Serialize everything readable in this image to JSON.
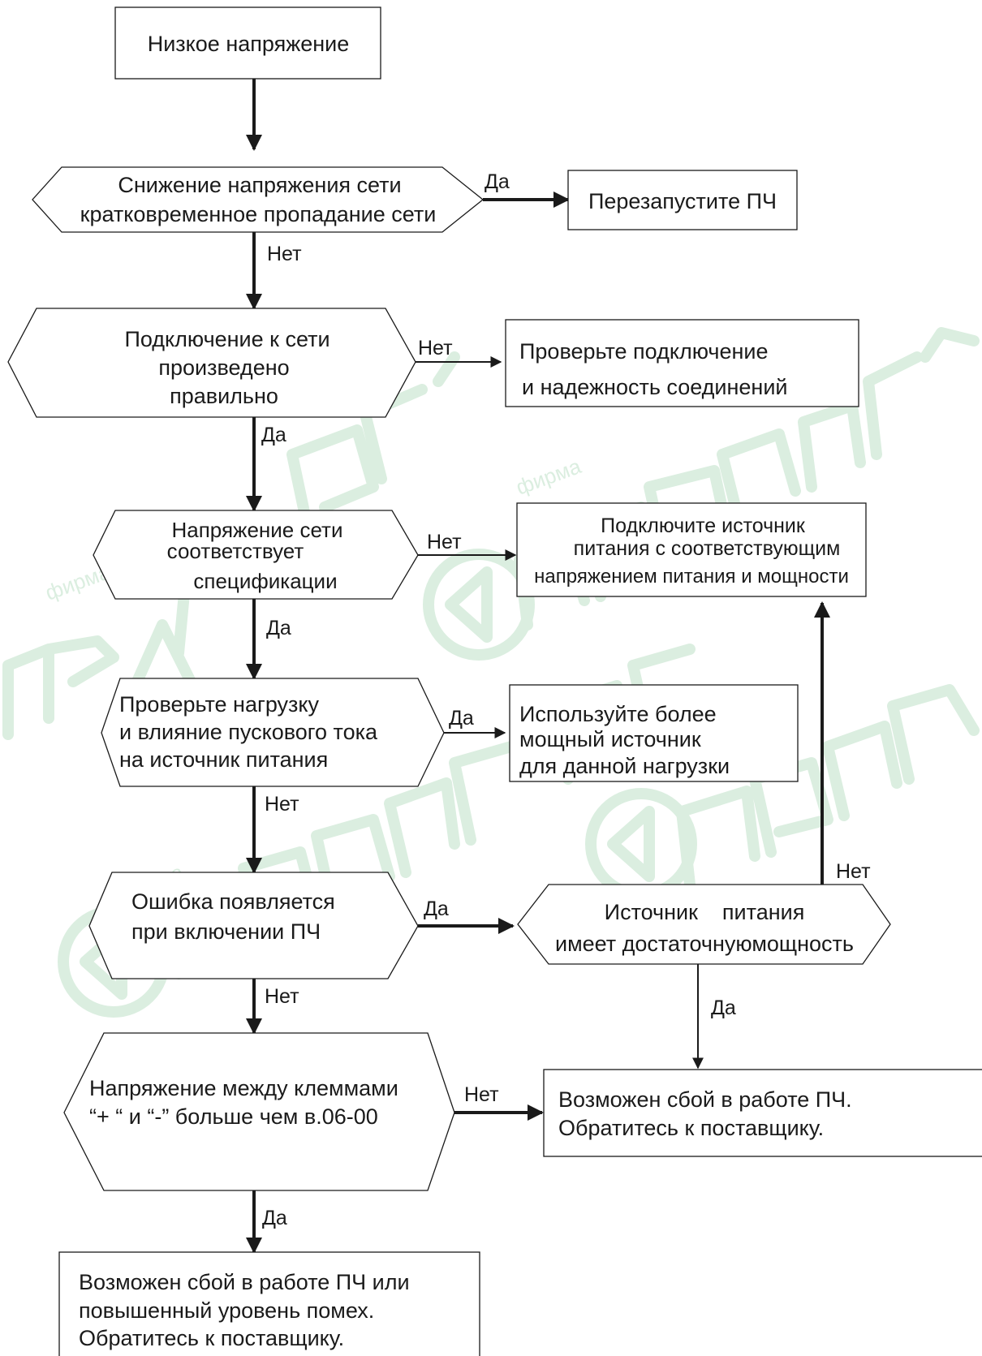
{
  "nodes": {
    "n1": {
      "lines": [
        "Низкое напряжение"
      ]
    },
    "n2": {
      "lines": [
        "Снижение напряжения сети",
        "кратковременное пропадание сети"
      ]
    },
    "n2_yes_action": {
      "lines": [
        "Перезапустите ПЧ"
      ]
    },
    "n3": {
      "lines": [
        "Подключение к сети",
        "произведено",
        "правильно"
      ]
    },
    "n3_no_action": {
      "lines": [
        "Проверьте подключение",
        "и надежность соединений"
      ]
    },
    "n4": {
      "lines": [
        "Напряжение сети",
        "соответствует",
        "спецификации"
      ]
    },
    "n4_no_action": {
      "lines": [
        "Подключите источник",
        "питания с соответствующим",
        "напряжением питания и мощности"
      ]
    },
    "n5": {
      "lines": [
        "Проверьте нагрузку",
        "и влияние пускового тока",
        "на источник питания"
      ]
    },
    "n5_yes_action": {
      "lines": [
        "Используйте более",
        "мощный источник",
        "для данной нагрузки"
      ]
    },
    "n6": {
      "lines": [
        "Ошибка появляется",
        "при включении ПЧ"
      ]
    },
    "n6_yes_check": {
      "lines": [
        "Источник    питания",
        "имеет достаточнуюмощность"
      ]
    },
    "n7": {
      "lines": [
        "Напряжение между клеммами",
        "“+ “ и “-” больше чем в.06-00"
      ]
    },
    "n7_no_action": {
      "lines": [
        "Возможен сбой в работе ПЧ.",
        "Обратитесь к поставщику."
      ]
    },
    "n8": {
      "lines": [
        "Возможен сбой в работе ПЧ или",
        "повышенный уровень помех.",
        "Обратитесь к поставщику."
      ]
    }
  },
  "edge_labels": {
    "n2_yes": "Да",
    "n2_no": "Нет",
    "n3_no": "Нет",
    "n3_yes": "Да",
    "n4_no": "Нет",
    "n4_yes": "Да",
    "n5_yes": "Да",
    "n5_no": "Нет",
    "n6_yes": "Да",
    "n6_no": "Нет",
    "check_no": "Нет",
    "check_yes": "Да",
    "n7_no": "Нет",
    "n7_yes": "Да"
  },
  "watermark": {
    "brand_text": "ПРИБОРИКА",
    "small_text": "фирма"
  },
  "colors": {
    "line": "#1a1a1a",
    "watermark": "#dbeee0"
  }
}
